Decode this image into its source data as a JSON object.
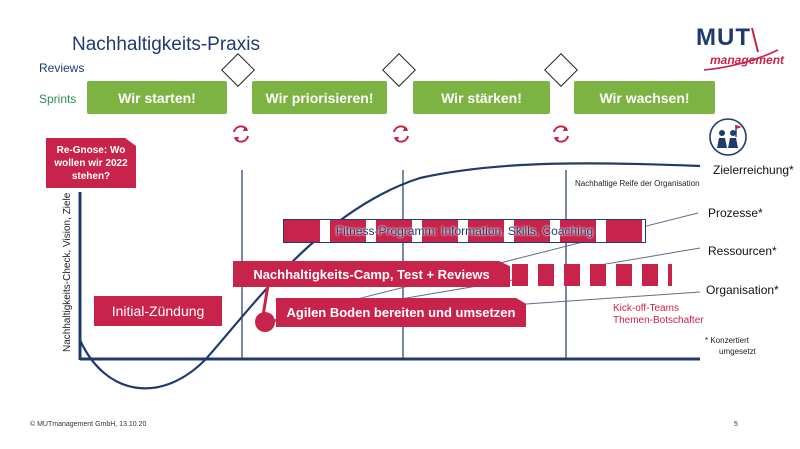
{
  "header": {
    "title": "Nachhaltigkeits-Praxis"
  },
  "logo": {
    "brand": "MUT",
    "sub": "management"
  },
  "rows": {
    "reviews": "Reviews",
    "sprints": "Sprints"
  },
  "sprints": [
    "Wir starten!",
    "Wir priorisieren!",
    "Wir stärken!",
    "Wir wachsen!"
  ],
  "regnose": "Re-Gnose: Wo wollen wir 2022 stehen?",
  "y_axis_label": "Nachhaltigkeits-Check, Vision, Ziele",
  "curve_label": "Nachhaltige Reife der Organisation",
  "bars": {
    "fitness": "Fitness-Programm: Information, Skills, Coaching",
    "camp": "Nachhaltigkeits-Camp, Test + Reviews",
    "initial": "Initial-Zündung",
    "agilen": "Agilen Boden bereiten und umsetzen"
  },
  "outcomes": {
    "zielerreichung": "Zielerreichung*",
    "prozesse": "Prozesse*",
    "ressourcen": "Ressourcen*",
    "organisation": "Organisation*"
  },
  "kickoff": {
    "line1": "Kick-off-Teams",
    "line2": "Themen-Botschafter"
  },
  "footnote": {
    "line1": "* Konzertiert",
    "line2": "umgesetzt"
  },
  "footer": {
    "copyright": "© MUTmanagement GmbH, 13.10.20",
    "page": "5"
  },
  "colors": {
    "navy": "#1f3b6e",
    "green": "#7cb342",
    "crimson": "#c8234a",
    "sprint_label": "#2e8b57"
  }
}
